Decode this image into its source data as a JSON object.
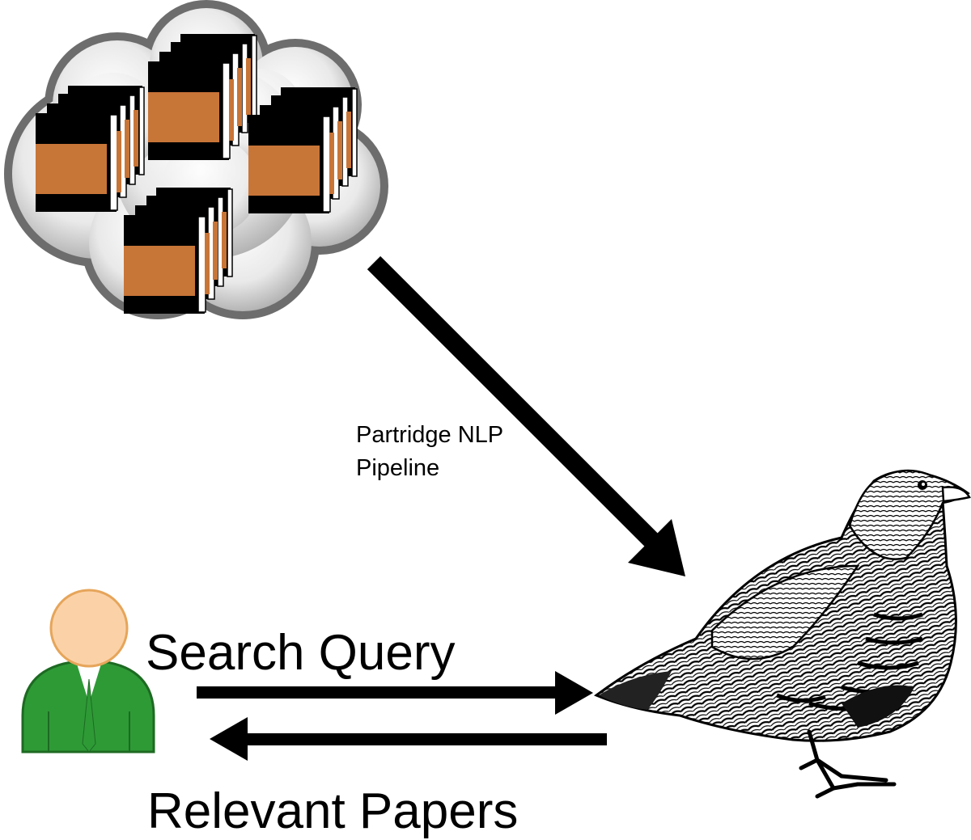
{
  "pipeline_label": {
    "line1": "Partridge NLP",
    "line2": "Pipeline"
  },
  "query_label": "Search Query",
  "results_label": "Relevant Papers",
  "icons": {
    "repository": "cloud-with-books-icon",
    "user": "user-icon",
    "search_engine": "partridge-bird-icon"
  },
  "colors": {
    "book_cover": "#c87538",
    "user_shirt": "#2e9a36",
    "user_face": "#fbd2a8",
    "arrow": "#000000"
  }
}
